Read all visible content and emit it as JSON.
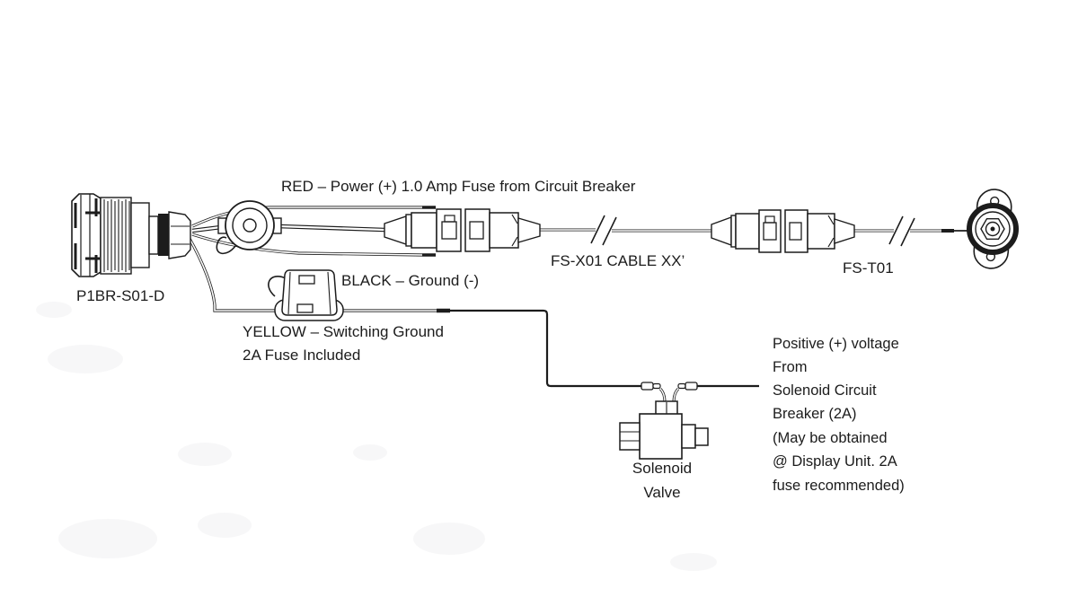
{
  "diagram": {
    "labels": {
      "red_wire": "RED – Power (+) 1.0 Amp Fuse from Circuit Breaker",
      "black_wire": "BLACK – Ground (-)",
      "yellow_wire_line1": "YELLOW – Switching Ground",
      "yellow_wire_line2": "2A Fuse Included",
      "connector": "P1BR-S01-D",
      "extension_cable": "FS-X01 CABLE XX’",
      "transducer_cable": "FS-T01",
      "solenoid_line1": "Solenoid",
      "solenoid_line2": "Valve",
      "note_lines": [
        "Positive (+) voltage",
        "From",
        "Solenoid Circuit",
        "Breaker (2A)",
        "(May be obtained",
        "@ Display Unit. 2A",
        "fuse recommended)"
      ]
    },
    "colors": {
      "line": "#1c1c1c",
      "background": "#ffffff"
    }
  }
}
